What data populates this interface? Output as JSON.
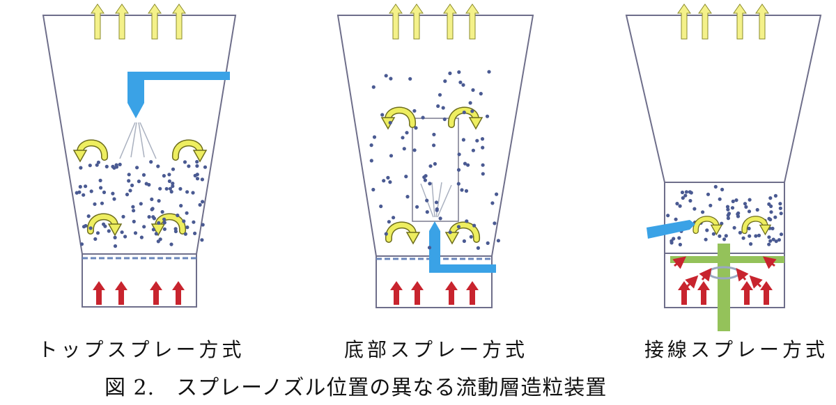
{
  "panels": [
    {
      "label": "トップスプレー方式"
    },
    {
      "label": "底部スプレー方式"
    },
    {
      "label": "接線スプレー方式"
    }
  ],
  "caption": "図 2.　スプレーノズル位置の異なる流動層造粒装置",
  "colors": {
    "outline": "#6e6e8a",
    "exhaust_arrow": "#f4f18a",
    "exhaust_arrow_edge": "#8a8a2a",
    "inlet_arrow": "#c8242e",
    "nozzle": "#3aa2e6",
    "circulation_arrow": "#eeee60",
    "particle": "#4a5a92",
    "rotor": "#94c25a",
    "swirl": "#9aa8c2"
  },
  "icons": {
    "exhaust": "up-arrow-icon",
    "inlet": "red-up-arrow-icon",
    "circulation": "curved-arrow-icon",
    "nozzle": "spray-nozzle-icon",
    "rotor": "rotor-disk-icon",
    "swirl": "swirl-icon"
  }
}
